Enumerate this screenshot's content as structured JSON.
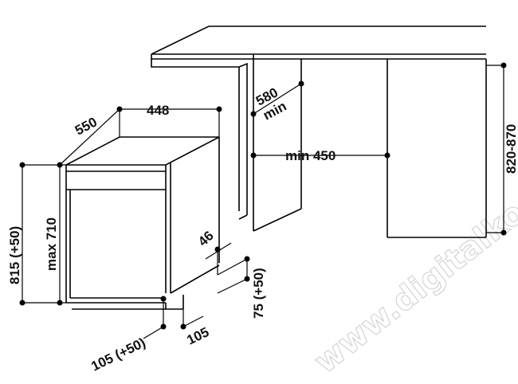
{
  "diagram": {
    "dimensions": {
      "top_depth": "550",
      "top_width": "448",
      "niche_depth_value": "580",
      "niche_depth_unit": "min",
      "niche_width": "min 450",
      "niche_height": "820-870",
      "appliance_height": "815 (+50)",
      "door_height": "max 710",
      "door_gap": "46",
      "plinth_height": "75 (+50)",
      "plinth_depth_left": "105 (+50)",
      "plinth_depth_right": "105"
    },
    "watermark": "www.digitalko.hu"
  },
  "colors": {
    "line": "#000000",
    "watermark": "#d4d4d4"
  }
}
